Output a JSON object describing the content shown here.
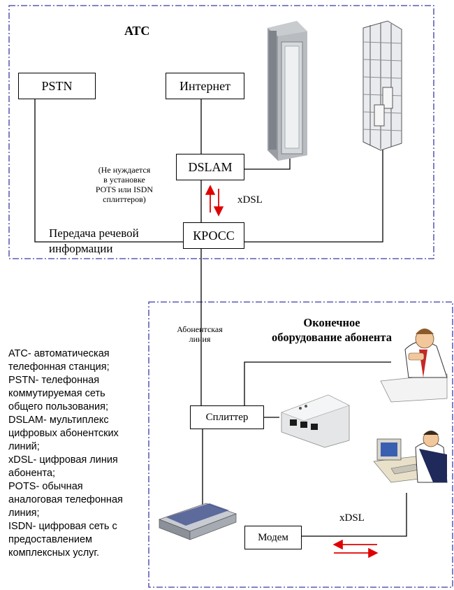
{
  "ats": {
    "title": "АТС"
  },
  "boxes": {
    "pstn": "PSTN",
    "internet": "Интернет",
    "dslam": "DSLAM",
    "kross": "КРОСС",
    "splitter": "Сплиттер",
    "modem": "Модем"
  },
  "labels": {
    "splitter_note": [
      "(Не нуждается",
      "в установке",
      "POTS или ISDN",
      "сплиттеров)"
    ],
    "xdsl_top": "xDSL",
    "voice": [
      "Передача речевой",
      "информации"
    ],
    "subscriber_line": [
      "Абонентская",
      "линия"
    ],
    "terminal": [
      "Оконечное",
      "оборудование абонента"
    ],
    "xdsl_bottom": "xDSL"
  },
  "legend": [
    "АТС- автоматическая",
    "телефонная станция;",
    "PSTN- телефонная",
    "коммутируемая сеть",
    "общего пользования;",
    "DSLAM- мультиплекс",
    "цифровых абонентских",
    "линий;",
    "xDSL- цифровая линия",
    "абонента;",
    "POTS- обычная",
    "аналоговая телефонная",
    "линия;",
    "ISDN- цифровая сеть с",
    "предоставлением",
    "комплексных услуг."
  ],
  "colors": {
    "dash_border": "#3a3aa8",
    "arrow": "#e00000",
    "line": "#000000"
  },
  "icons": [
    "server-rack-icon",
    "cross-connect-frame-icon",
    "phone-user-icon",
    "splitter-device-icon",
    "computer-user-icon",
    "modem-device-icon"
  ]
}
